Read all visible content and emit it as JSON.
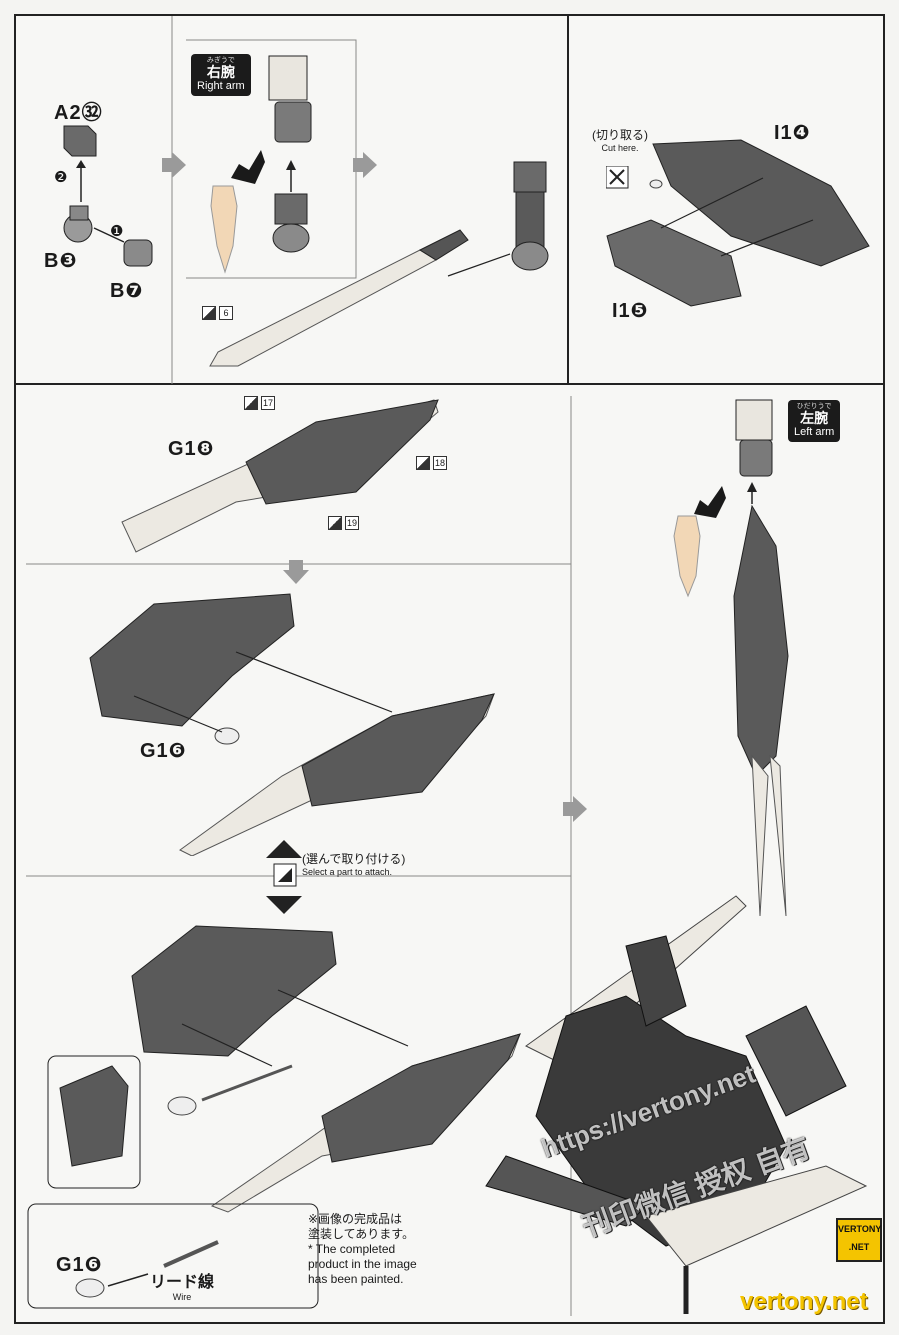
{
  "labels": {
    "a2": "A2㉜",
    "b3": "B❸",
    "b7": "B❼",
    "step1": "❶",
    "step2": "❷",
    "i14": "I1❹",
    "i15": "I1❺",
    "g18": "G1❽",
    "g16_top": "G1❻",
    "g16_bottom": "G1❻"
  },
  "badges": {
    "right_arm": {
      "kana": "みぎうで",
      "kanji": "右腕",
      "en": "Right arm"
    },
    "left_arm": {
      "kana": "ひだりうで",
      "kanji": "左腕",
      "en": "Left arm"
    }
  },
  "cut": {
    "jp": "(切り取る)",
    "en": "Cut here."
  },
  "select": {
    "jp": "(選んで取り付ける)",
    "en": "Select a part to attach."
  },
  "marks": {
    "m6": "6",
    "m17": "17",
    "m18": "18",
    "m19": "19"
  },
  "wire": {
    "jp": "リード線",
    "en": "Wire"
  },
  "notes": {
    "jp_line1": "※画像の完成品は",
    "jp_line2": "塗装してあります。",
    "en_line1": "* The completed",
    "en_line2": "product in the image",
    "en_line3": "has been painted."
  },
  "watermark": {
    "url": "https://vertony.net",
    "cn": "刊印微信 授权 自有",
    "site": "vertony.net",
    "logo_top": "VERTONY",
    "logo_bottom": ".NET"
  },
  "colors": {
    "part_dark": "#5a5a5a",
    "part_mid": "#8a8a8a",
    "part_light": "#e9e6df",
    "clear_part": "#f2d7b6",
    "line": "#222222"
  }
}
